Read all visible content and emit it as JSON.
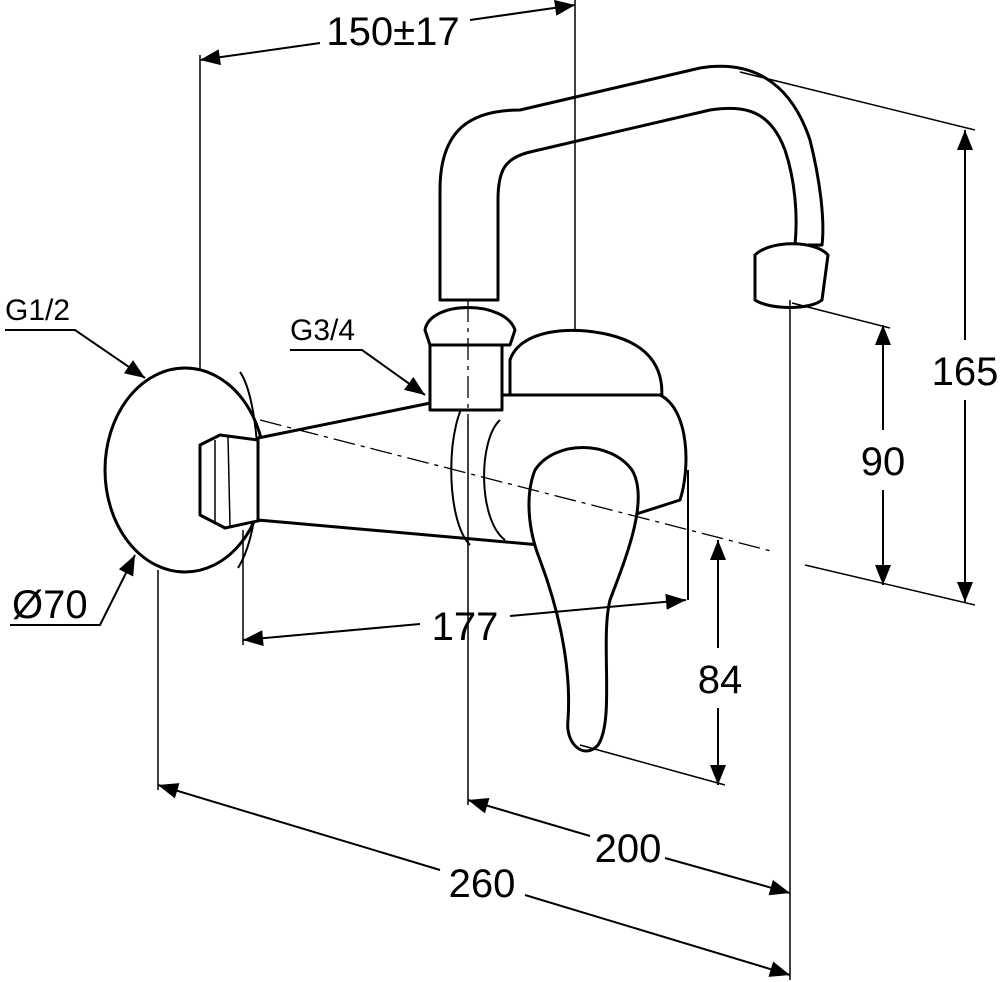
{
  "drawing": {
    "dimensions": {
      "width_offset": "150±17",
      "total_height": "165",
      "spout_height": "90",
      "handle_drop": "84",
      "body_length": "177",
      "spout_reach": "200",
      "total_depth": "260"
    },
    "labels": {
      "inlet_thread": "G1/2",
      "spout_thread": "G3/4",
      "escutcheon_diameter": "Ø70"
    }
  }
}
